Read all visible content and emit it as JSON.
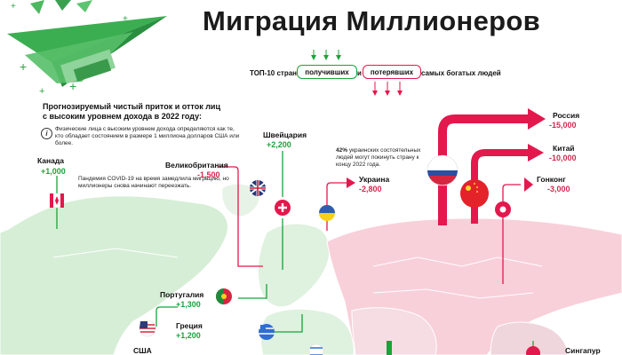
{
  "title": "Миграция Миллионеров",
  "legend": {
    "prefix": "ТОП-10 стран",
    "received": "получивших",
    "conj": "и",
    "lost": "потерявших",
    "suffix": "самых богатых людей"
  },
  "subtitle": "Прогнозируемый чистый приток и отток лиц с высоким уровнем дохода в 2022 году:",
  "info_note": "Физические лица с высоким уровнем дохода определяются как те, кто обладает состоянием в размере 1 миллиона долларов США или более.",
  "covid_note": "Пандемия COVID-19 на время замедлила миграцию, но миллионеры снова начинают переезжать.",
  "ukraine_note_pct": "42%",
  "ukraine_note": "украинских состоятельных людей могут покинуть страну к концу 2022 года.",
  "colors": {
    "gain": "#1aa33a",
    "loss": "#e3184c",
    "map_land": "#d8efd8",
    "map_loss": "#f8d3dc",
    "title": "#1b1b1b"
  },
  "countries": [
    {
      "name": "Канада",
      "value": "+1,000",
      "sign": "gain",
      "flag": "canada-flag"
    },
    {
      "name": "Великобритания",
      "value": "-1,500",
      "sign": "loss",
      "flag": "uk-flag"
    },
    {
      "name": "Швейцария",
      "value": "+2,200",
      "sign": "gain",
      "flag": "switzerland-flag"
    },
    {
      "name": "Украина",
      "value": "-2,800",
      "sign": "loss",
      "flag": "ukraine-flag"
    },
    {
      "name": "Россия",
      "value": "-15,000",
      "sign": "loss",
      "flag": "russia-flag"
    },
    {
      "name": "Китай",
      "value": "-10,000",
      "sign": "loss",
      "flag": "china-flag"
    },
    {
      "name": "Гонконг",
      "value": "-3,000",
      "sign": "loss",
      "flag": "hongkong-flag"
    },
    {
      "name": "Португалия",
      "value": "+1,300",
      "sign": "gain",
      "flag": "portugal-flag"
    },
    {
      "name": "Греция",
      "value": "+1,200",
      "sign": "gain",
      "flag": "greece-flag"
    },
    {
      "name": "США",
      "value": "",
      "sign": "gain",
      "flag": "usa-flag"
    },
    {
      "name": "Сингапур",
      "value": "",
      "sign": "gain",
      "flag": "singapore-flag"
    }
  ]
}
